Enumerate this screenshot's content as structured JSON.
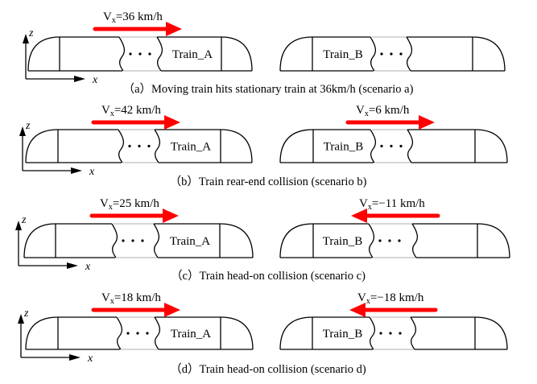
{
  "figure": {
    "panels": [
      {
        "id": "a",
        "caption": "（a）Moving train hits stationary train at 36km/h (scenario a)",
        "axes": {
          "x_label": "x",
          "z_label": "z"
        },
        "train_a": {
          "label": "Train_A",
          "velocity": {
            "prefix": "V",
            "sub": "x",
            "value": "=36 km/h",
            "direction": "right"
          }
        },
        "train_b": {
          "label": "Train_B",
          "velocity": null
        }
      },
      {
        "id": "b",
        "caption": "（b）Train rear-end collision (scenario b)",
        "axes": {
          "x_label": "x",
          "z_label": "z"
        },
        "train_a": {
          "label": "Train_A",
          "velocity": {
            "prefix": "V",
            "sub": "x",
            "value": "=42 km/h",
            "direction": "right"
          }
        },
        "train_b": {
          "label": "Train_B",
          "velocity": {
            "prefix": "V",
            "sub": "x",
            "value": "=6 km/h",
            "direction": "right"
          }
        }
      },
      {
        "id": "c",
        "caption": "（c）Train head-on collision (scenario c)",
        "axes": {
          "x_label": "x",
          "z_label": "z"
        },
        "train_a": {
          "label": "Train_A",
          "velocity": {
            "prefix": "V",
            "sub": "x",
            "value": "=25 km/h",
            "direction": "right"
          }
        },
        "train_b": {
          "label": "Train_B",
          "velocity": {
            "prefix": "V",
            "sub": "x",
            "value": "=−11 km/h",
            "direction": "left"
          }
        }
      },
      {
        "id": "d",
        "caption": "（d）Train head-on collision (scenario d)",
        "axes": {
          "x_label": "x",
          "z_label": "z"
        },
        "train_a": {
          "label": "Train_A",
          "velocity": {
            "prefix": "V",
            "sub": "x",
            "value": "=18 km/h",
            "direction": "right"
          }
        },
        "train_b": {
          "label": "Train_B",
          "velocity": {
            "prefix": "V",
            "sub": "x",
            "value": "=−18 km/h",
            "direction": "left"
          }
        }
      }
    ],
    "colors": {
      "arrow": "#ff0000",
      "line": "#000000",
      "gap": "#c8c8c8"
    }
  }
}
